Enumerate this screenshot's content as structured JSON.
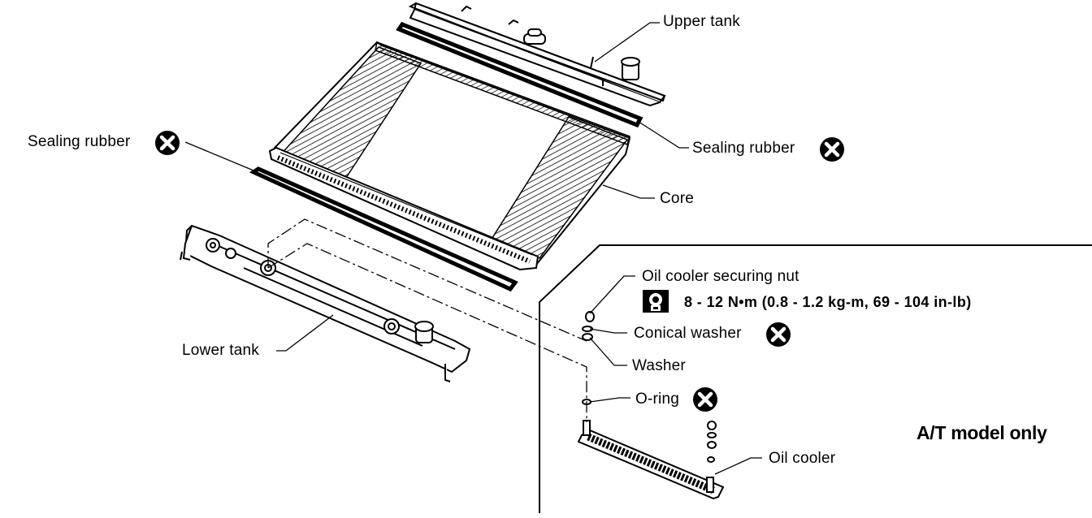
{
  "labels": {
    "upper_tank": "Upper tank",
    "sealing_rubber_right": "Sealing rubber",
    "sealing_rubber_left": "Sealing rubber",
    "core": "Core",
    "lower_tank": "Lower tank",
    "oil_cooler_nut": "Oil cooler securing nut",
    "torque_spec": "8 - 12 N•m (0.8 - 1.2 kg-m, 69 - 104 in-lb)",
    "conical_washer": "Conical washer",
    "washer": "Washer",
    "o_ring": "O-ring",
    "at_model_only": "A/T model only",
    "oil_cooler": "Oil cooler"
  },
  "icons": {
    "replace": "circle-x-icon",
    "torque": "torque-wrench-icon"
  },
  "colors": {
    "ink": "#000000",
    "paper": "#ffffff"
  }
}
